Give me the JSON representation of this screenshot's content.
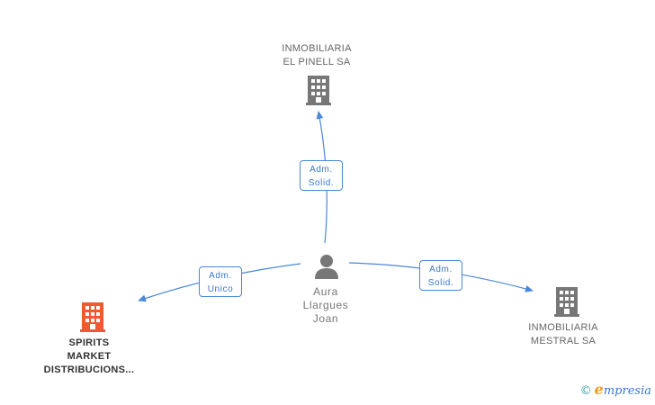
{
  "nodes": {
    "pinell": {
      "line1": "INMOBILIARIA",
      "line2": "EL PINELL SA",
      "color": "#777777"
    },
    "mestral": {
      "line1": "INMOBILIARIA",
      "line2": "MESTRAL SA",
      "color": "#777777"
    },
    "spirits": {
      "line1": "SPIRITS",
      "line2": "MARKET",
      "line3": "DISTRIBUCIONS...",
      "color": "#f05a32"
    },
    "person": {
      "line1": "Aura",
      "line2": "Llargues",
      "line3": "Joan",
      "color": "#777777"
    }
  },
  "edges": {
    "to_pinell": {
      "line1": "Adm.",
      "line2": "Solid."
    },
    "to_spirits": {
      "line1": "Adm.",
      "line2": "Unico"
    },
    "to_mestral": {
      "line1": "Adm.",
      "line2": "Solid."
    }
  },
  "colors": {
    "edge": "#4a88d8"
  },
  "brand": {
    "copyright": "©",
    "e": "e",
    "rest": "mpresia"
  }
}
